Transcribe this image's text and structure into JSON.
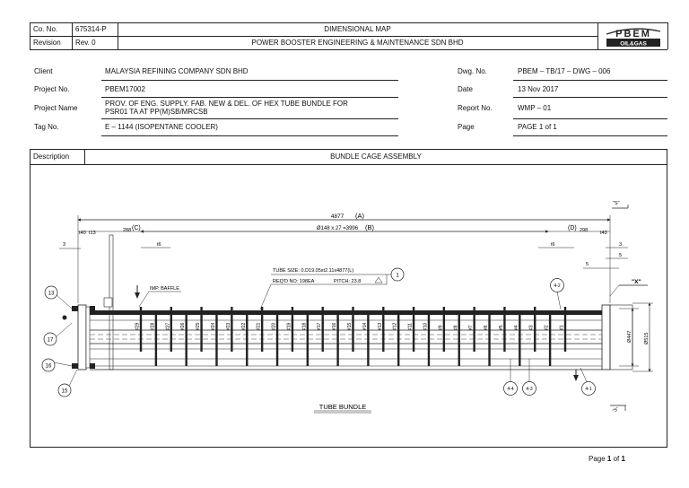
{
  "header": {
    "co_no_label": "Co. No.",
    "co_no_value": "675314-P",
    "revision_label": "Revision",
    "revision_value": "Rev. 0",
    "title": "DIMENSIONAL MAP",
    "company": "POWER BOOSTER ENGINEERING & MAINTENANCE SDN BHD",
    "logo_text": "PBEM",
    "logo_sub": "OIL&GAS"
  },
  "info": {
    "client_label": "Client",
    "client_value": "MALAYSIA REFINING COMPANY SDN BHD",
    "project_no_label": "Project No.",
    "project_no_value": "PBEM17002",
    "project_name_label": "Project Name",
    "project_name_line1": "PROV. OF ENG. SUPPLY. FAB. NEW & DEL. OF HEX TUBE BUNDLE FOR",
    "project_name_line2": "PSR01 TA AT PP(M)SB/MRCSB",
    "tag_no_label": "Tag No.",
    "tag_no_value": "E – 1144 (ISOPENTANE COOLER)",
    "dwg_no_label": "Dwg. No.",
    "dwg_no_value": "PBEM – TB/17 – DWG – 006",
    "date_label": "Date",
    "date_value": "13 Nov 2017",
    "report_no_label": "Report No.",
    "report_no_value": "WMP – 01",
    "page_label": "Page",
    "page_value": "PAGE 1 of 1"
  },
  "description": {
    "label": "Description",
    "value": "BUNDLE CAGE ASSEMBLY"
  },
  "drawing": {
    "dim_a": "4877",
    "dim_a_tag": "(A)",
    "dim_b": "Ø148 x 27 =3996",
    "dim_b_tag": "(B)",
    "dim_c_value": "288",
    "dim_c_tag": "(C)",
    "dim_d_value": "298",
    "dim_d_tag": "(D)",
    "t40_left": "t40",
    "t13": "t13",
    "t6_left": "t6",
    "t6_right": "t6",
    "t40_right": "t40",
    "num3_left": "3",
    "num3_right": "3",
    "num5_a": "5",
    "num5_b": "5",
    "imp_baffle": "IMP. BAFFLE",
    "tube_size": "TUBE SIZE: 0.D19.05xt2.11x4877(L)",
    "reqd_no": "REQ'D NO: 198EA",
    "pitch": "PITCH: 23.8",
    "view_x": "\"X\"",
    "view_s_top": "\"S\"",
    "dim_447": "Ø447",
    "dim_515": "Ø515",
    "tube_bundle_title": "TUBE BUNDLE",
    "balloons": [
      "1",
      "13",
      "17",
      "16",
      "15",
      "4-2",
      "4-4",
      "4-3",
      "4-1"
    ],
    "baffle_labels": [
      "#29",
      "#28",
      "#27",
      "#26",
      "#25",
      "#24",
      "#23",
      "#22",
      "#21",
      "#20",
      "#19",
      "#18",
      "#17",
      "#16",
      "#15",
      "#14",
      "#13",
      "#12",
      "#11",
      "#10",
      "#9",
      "#8",
      "#7",
      "#6",
      "#5",
      "#4",
      "#3",
      "#2",
      "#1"
    ]
  },
  "footer": {
    "page_prefix": "Page ",
    "page_num": "1",
    "page_mid": " of ",
    "page_total": "1"
  }
}
